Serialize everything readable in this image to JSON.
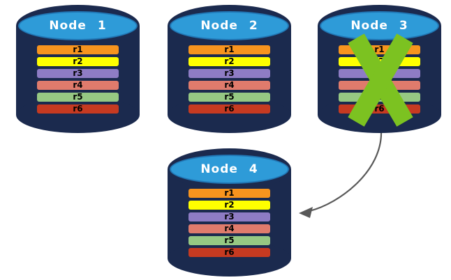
{
  "diagram": {
    "description": "Database replication diagram: four database nodes each holding rows r1-r6; Node 3 is crossed out (failed) and a curved arrow points from Node 3 to Node 4 (failover).",
    "colors": {
      "cylinder_body": "#1B2A4E",
      "cylinder_top_face": "#2E9BD8",
      "cylinder_top_border": "#2176B4",
      "node_title_text": "#FFFFFF",
      "row_label_text": "#000000",
      "failure_x": "#7CC221",
      "arrow": "#595959"
    },
    "nodes": [
      {
        "title": "Node 1",
        "failed": false,
        "rows": [
          {
            "label": "r1",
            "color": "#F7941E"
          },
          {
            "label": "r2",
            "color": "#FFFF00"
          },
          {
            "label": "r3",
            "color": "#8E7CC4"
          },
          {
            "label": "r4",
            "color": "#E07B6C"
          },
          {
            "label": "r5",
            "color": "#96C883"
          },
          {
            "label": "r6",
            "color": "#C63A21"
          }
        ]
      },
      {
        "title": "Node 2",
        "failed": false,
        "rows": [
          {
            "label": "r1",
            "color": "#F7941E"
          },
          {
            "label": "r2",
            "color": "#FFFF00"
          },
          {
            "label": "r3",
            "color": "#8E7CC4"
          },
          {
            "label": "r4",
            "color": "#E07B6C"
          },
          {
            "label": "r5",
            "color": "#96C883"
          },
          {
            "label": "r6",
            "color": "#C63A21"
          }
        ]
      },
      {
        "title": "Node 3",
        "failed": true,
        "rows": [
          {
            "label": "r1",
            "color": "#F7941E"
          },
          {
            "label": "r2",
            "color": "#FFFF00"
          },
          {
            "label": "r3",
            "color": "#8E7CC4"
          },
          {
            "label": "r4",
            "color": "#E07B6C"
          },
          {
            "label": "r5",
            "color": "#96C883"
          },
          {
            "label": "r6",
            "color": "#C63A21"
          }
        ]
      },
      {
        "title": "Node 4",
        "failed": false,
        "rows": [
          {
            "label": "r1",
            "color": "#F7941E"
          },
          {
            "label": "r2",
            "color": "#FFFF00"
          },
          {
            "label": "r3",
            "color": "#8E7CC4"
          },
          {
            "label": "r4",
            "color": "#E07B6C"
          },
          {
            "label": "r5",
            "color": "#96C883"
          },
          {
            "label": "r6",
            "color": "#C63A21"
          }
        ]
      }
    ],
    "failure_mark": {
      "node": "Node 3",
      "shape": "x-mark",
      "color": "#7CC221"
    },
    "arrow": {
      "from": "Node 3",
      "to": "Node 4",
      "style": "curved",
      "color": "#595959"
    }
  }
}
